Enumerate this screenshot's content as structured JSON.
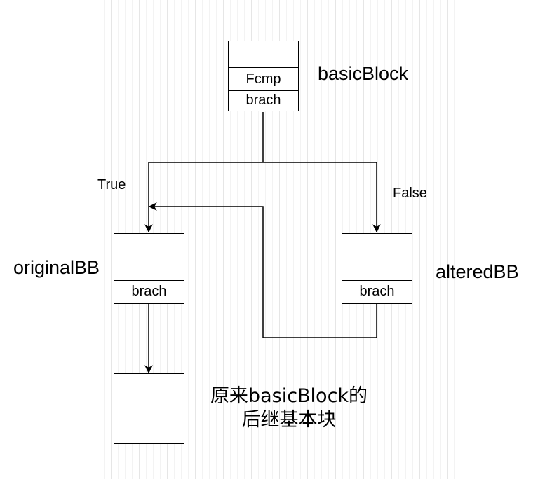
{
  "diagram": {
    "nodes": {
      "basic_block": {
        "label": "basicBlock",
        "cells": [
          "",
          "Fcmp",
          "brach"
        ]
      },
      "original_bb": {
        "label": "originalBB",
        "cells": [
          "",
          "brach"
        ]
      },
      "altered_bb": {
        "label": "alteredBB",
        "cells": [
          "",
          "brach"
        ]
      },
      "successor": {
        "label_line1": "原来basicBlock的",
        "label_line2": "后继基本块"
      }
    },
    "edges": {
      "true_label": "True",
      "false_label": "False"
    },
    "colors": {
      "stroke": "#000000",
      "fill": "#ffffff",
      "grid": "#e6e6e6"
    }
  }
}
